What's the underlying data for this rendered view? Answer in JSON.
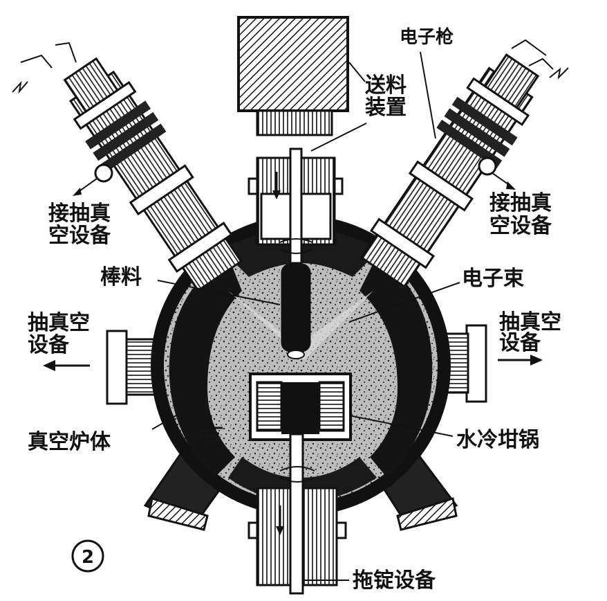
{
  "labels": {
    "feeder_line1": "送料",
    "feeder_line2": "装置",
    "electron_gun": "电子枪",
    "vacuum_left_top_line1": "接抽真",
    "vacuum_left_top_line2": "空设备",
    "vacuum_right_top_line1": "接抽真",
    "vacuum_right_top_line2": "空设备",
    "bar_stock": "棒料",
    "electron_beam": "电子束",
    "vacuum_left_line1": "抽真空",
    "vacuum_left_line2": "设备",
    "vacuum_right_line1": "抽真空",
    "vacuum_right_line2": "设备",
    "furnace_body": "真空炉体",
    "water_cooled_crucible": "水冷坩锅",
    "ingot_withdrawal": "拖锭设备",
    "figure_number": "2"
  }
}
